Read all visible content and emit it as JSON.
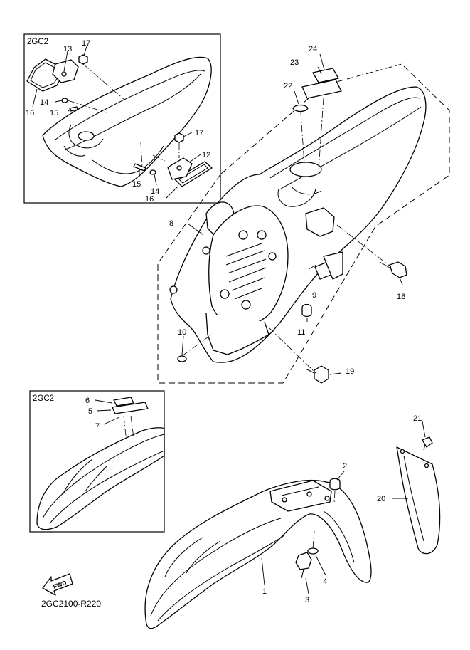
{
  "diagram_code": "2GC2100-R220",
  "inset_labels": {
    "upper": "2GC2",
    "lower": "2GC2"
  },
  "fwd_label": "FWD",
  "callouts": {
    "c1": "1",
    "c2": "2",
    "c3": "3",
    "c4": "4",
    "c5": "5",
    "c6": "6",
    "c7": "7",
    "c8": "8",
    "c9": "9",
    "c10": "10",
    "c11": "11",
    "c12": "12",
    "c13": "13",
    "c14a": "14",
    "c14b": "14",
    "c15a": "15",
    "c15b": "15",
    "c16a": "16",
    "c16b": "16",
    "c17a": "17",
    "c17b": "17",
    "c18": "18",
    "c19": "19",
    "c20": "20",
    "c21": "21",
    "c22": "22",
    "c23": "23",
    "c24": "24"
  }
}
